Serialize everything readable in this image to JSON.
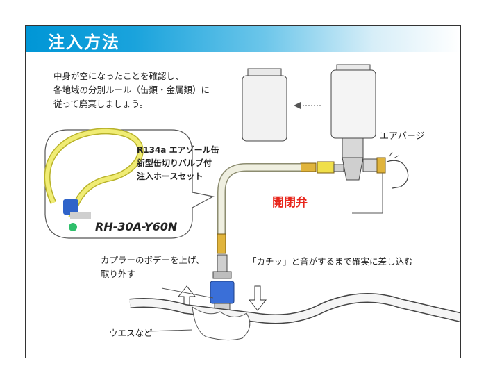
{
  "title": "注入方法",
  "instruction": [
    "中身が空になったことを確認し、",
    "各地域の分別ルール（缶類・金属類）に",
    "従って廃棄しましょう。"
  ],
  "kit": [
    "R134a エアゾール缶",
    "新型缶切りバルブ付",
    "注入ホースセット"
  ],
  "model": "RH-30A-Y60N",
  "valve_label": "開閉弁",
  "purge_label": "エアパージ",
  "coupler_note": [
    "カプラーのボデーを上げ、",
    "取り外す"
  ],
  "click_note": "「カチッ」と音がするまで確実に差し込む",
  "waste_label": "ウエスなど",
  "colors": {
    "banner": "#0096d6",
    "valve_label": "#e8261c",
    "hose": "#e6e36a",
    "coupler": "#3a6fd8",
    "brass": "#e0b43c"
  }
}
